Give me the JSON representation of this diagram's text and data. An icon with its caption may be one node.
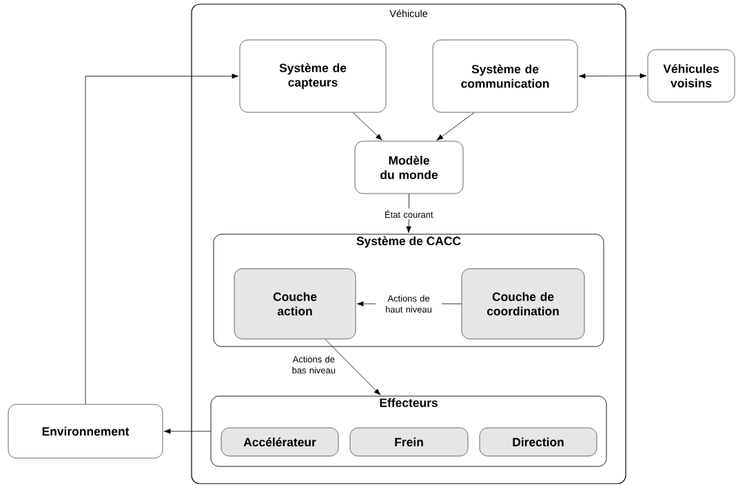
{
  "diagram": {
    "nodes": [
      {
        "text": [
          "Véhicule"
        ]
      },
      {
        "text": [
          "Système de capteurs"
        ],
        "in": 0
      },
      {
        "text": [
          "Système de communication"
        ],
        "in": 0
      },
      {
        "text": [
          "Véhicules voisins"
        ]
      },
      {
        "text": [
          "Modèle du monde"
        ],
        "in": 0
      },
      {
        "text": [
          "Système de CACC"
        ],
        "in": 0
      },
      {
        "text": [
          "Couche action"
        ],
        "in": 5
      },
      {
        "text": [
          "Couche de coordination"
        ],
        "in": 5
      },
      {
        "text": [
          "Effecteurs"
        ],
        "in": 0
      },
      {
        "text": [
          "Accélérateur"
        ],
        "in": 8
      },
      {
        "text": [
          "Frein"
        ],
        "in": 8
      },
      {
        "text": [
          "Direction"
        ],
        "in": 8
      },
      {
        "text": [
          "Environnement"
        ]
      }
    ],
    "edges": [
      {
        "from": 12,
        "to": 1,
        "arrow": "to"
      },
      {
        "from": 2,
        "to": 3,
        "arrow": "both"
      },
      {
        "from": 1,
        "to": 4,
        "arrow": "to"
      },
      {
        "from": 2,
        "to": 4,
        "arrow": "to"
      },
      {
        "from": 4,
        "to": 5,
        "arrow": "to",
        "label": "État courant"
      },
      {
        "from": 7,
        "to": 6,
        "arrow": "to",
        "label": "Actions de haut niveau"
      },
      {
        "from": 6,
        "to": 8,
        "arrow": "to",
        "label": "Actions de bas niveau"
      },
      {
        "from": 8,
        "to": 12,
        "arrow": "to"
      }
    ]
  }
}
